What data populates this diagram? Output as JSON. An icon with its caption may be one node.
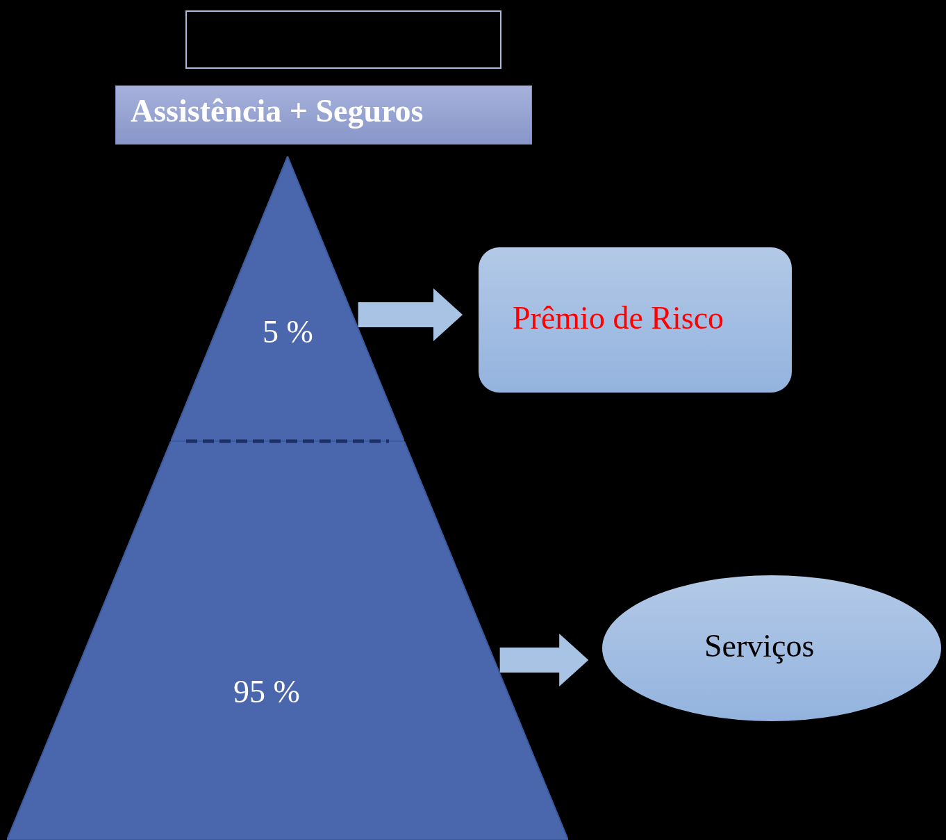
{
  "diagram": {
    "nodes": [
      {
        "text": [],
        "shape": "box"
      },
      {
        "text": [
          "Assistência + Seguros"
        ]
      },
      {
        "text": [
          "5 %"
        ]
      },
      {
        "text": [
          "95 %"
        ]
      },
      {
        "text": [
          "Prêmio de Risco"
        ]
      },
      {
        "text": [
          "Serviços"
        ]
      }
    ],
    "edges": [
      {
        "from": 2,
        "to": 4,
        "arrow": "to"
      },
      {
        "from": 3,
        "to": 5,
        "arrow": "to"
      }
    ]
  }
}
